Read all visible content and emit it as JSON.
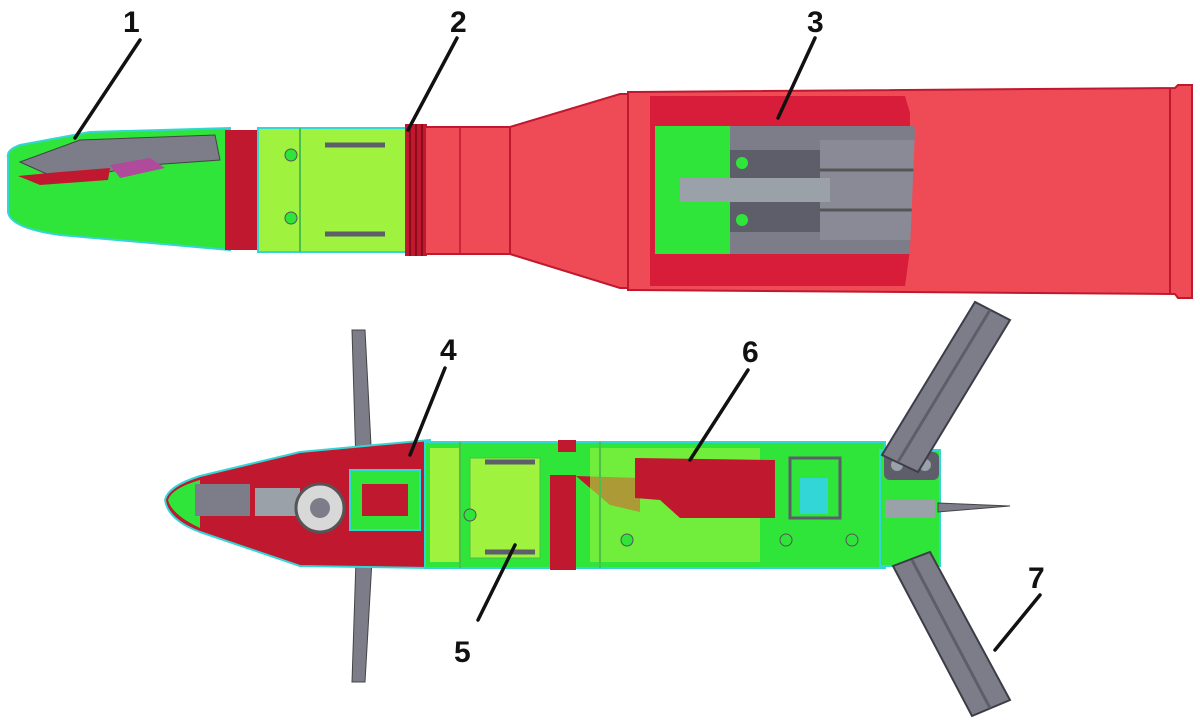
{
  "callouts": {
    "c1": "1",
    "c2": "2",
    "c3": "3",
    "c4": "4",
    "c5": "5",
    "c6": "6",
    "c7": "7"
  },
  "colors": {
    "green": "#2fe53a",
    "light_green": "#9ff23e",
    "red": "#ef4b56",
    "dark_red": "#c0182f",
    "gray": "#7d7d8a",
    "dark_gray": "#5e5e6b",
    "cyan_outline": "#33d6d6",
    "leader": "#111111"
  }
}
